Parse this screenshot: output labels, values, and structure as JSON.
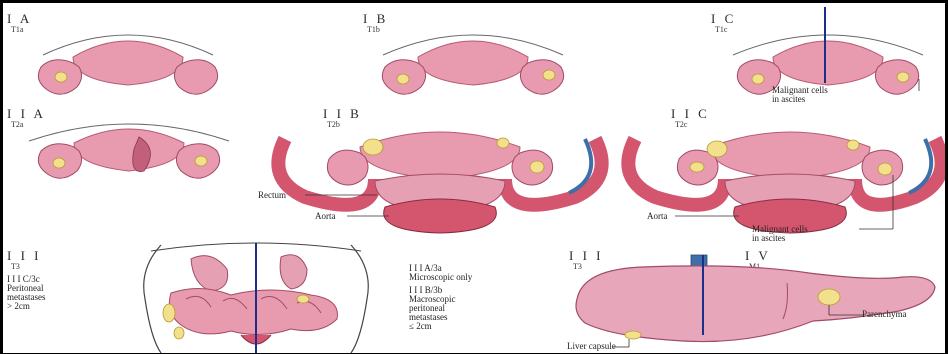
{
  "panels": {
    "ia": {
      "stage": "I A",
      "t": "T1a"
    },
    "ib": {
      "stage": "I B",
      "t": "T1b"
    },
    "ic": {
      "stage": "I C",
      "t": "T1c"
    },
    "iia": {
      "stage": "I I A",
      "t": "T2a"
    },
    "iib": {
      "stage": "I I B",
      "t": "T2b"
    },
    "iic": {
      "stage": "I I C",
      "t": "T2c"
    },
    "iii_a": {
      "stage": "I I I",
      "t": "T3"
    },
    "iii_b": {
      "stage": "I I I",
      "t": "T3"
    },
    "iv": {
      "stage": "I V",
      "t": "M1"
    }
  },
  "labels": {
    "malignant_cells": "Malignant cells\nin ascites",
    "rectum": "Rectum",
    "aorta": "Aorta",
    "liver_capsule": "Liver capsule",
    "parenchyma": "Parenchyma"
  },
  "notes": {
    "iiic": "I I I C/3c\nPeritoneal\nmetastases\n> 2cm",
    "iiia": "I I I A/3a\nMicroscopic only",
    "iiib": "I I I B/3b\nMacroscopic\nperitoneal\nmetastases\n≤ 2cm"
  },
  "colors": {
    "uterus": "#e89aae",
    "uterus_dark": "#c2607c",
    "tube": "#d98aa0",
    "tumor": "#f2e08c",
    "vessel_red": "#d4566e",
    "vessel_blue": "#3e6fa8",
    "marker_line": "#1a2e8a",
    "liver": "#e7a6ba"
  }
}
